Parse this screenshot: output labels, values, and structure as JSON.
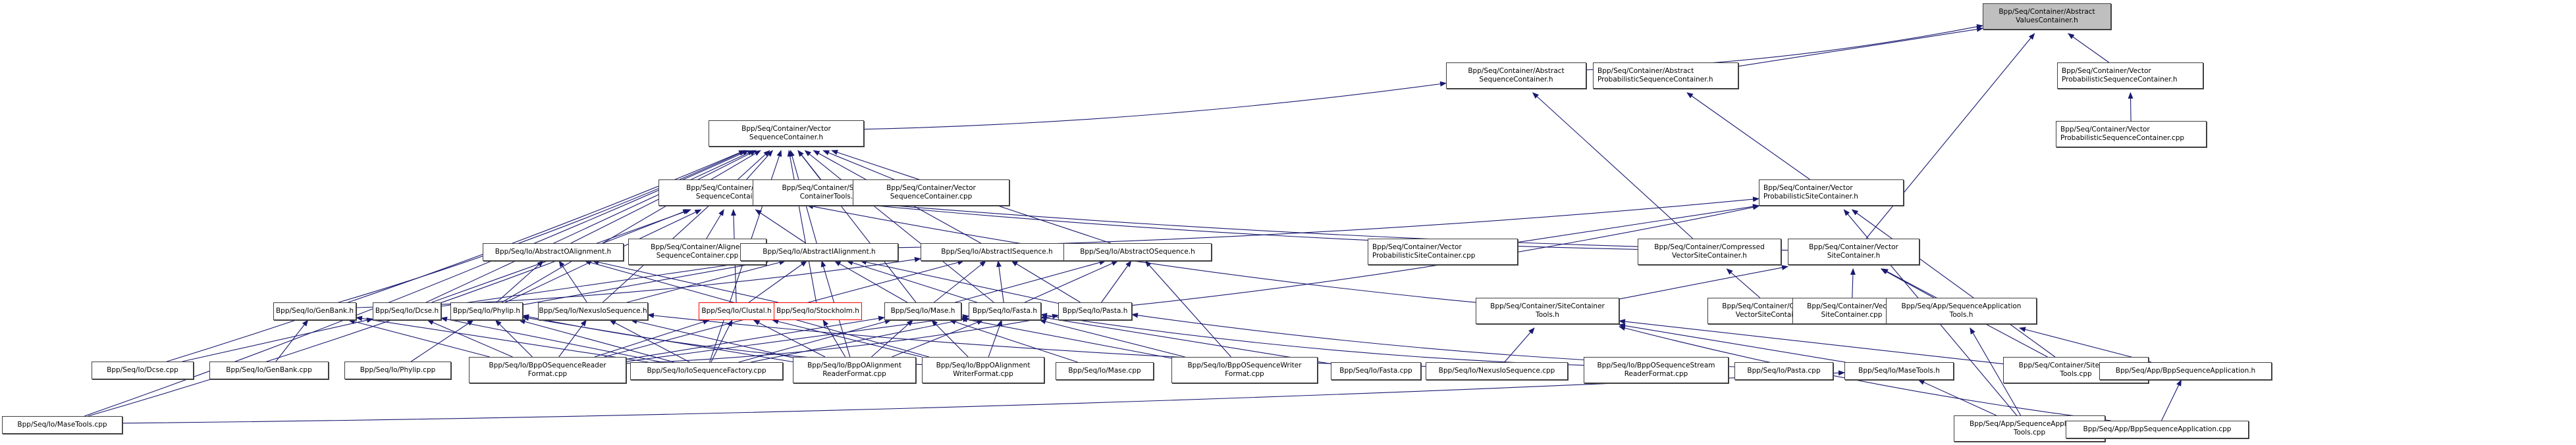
{
  "title": "Include dependency graph for Bpp/Seq/Container/AbstractValuesContainer.h",
  "colors": {
    "edge": "#191970",
    "border": "#404040",
    "root_fill": "#bfbfbf",
    "missing_border": "#ff0000"
  },
  "nodes": [
    {
      "id": "root",
      "label": "Bpp/Seq/Container/Abstract\nValuesContainer.h",
      "style": "root"
    },
    {
      "id": "asc",
      "label": "Bpp/Seq/Container/Abstract\nSequenceContainer.h"
    },
    {
      "id": "apsc",
      "label": "Bpp/Seq/Container/Abstract\nProbabilisticSequenceContainer.h",
      "style": "left"
    },
    {
      "id": "vpsc_h",
      "label": "Bpp/Seq/Container/Vector\nProbabilisticSequenceContainer.h",
      "style": "left"
    },
    {
      "id": "vpsc_cpp",
      "label": "Bpp/Seq/Container/Vector\nProbabilisticSequenceContainer.cpp",
      "style": "left"
    },
    {
      "id": "vsc_h",
      "label": "Bpp/Seq/Container/Vector\nSequenceContainer.h"
    },
    {
      "id": "vpsitec_h",
      "label": "Bpp/Seq/Container/Vector\nProbabilisticSiteContainer.h",
      "style": "left"
    },
    {
      "id": "alsc_h",
      "label": "Bpp/Seq/Container/Aligned\nSequenceContainer.h"
    },
    {
      "id": "sct_cpp",
      "label": "Bpp/Seq/Container/Sequence\nContainerTools.cpp"
    },
    {
      "id": "vsc_cpp",
      "label": "Bpp/Seq/Container/Vector\nSequenceContainer.cpp"
    },
    {
      "id": "aoal_h",
      "label": "Bpp/Seq/Io/AbstractOAlignment.h"
    },
    {
      "id": "alsc_cpp",
      "label": "Bpp/Seq/Container/Aligned\nSequenceContainer.cpp"
    },
    {
      "id": "aial_h",
      "label": "Bpp/Seq/Io/AbstractIAlignment.h"
    },
    {
      "id": "aiseq_h",
      "label": "Bpp/Seq/Io/AbstractISequence.h"
    },
    {
      "id": "aoseq_h",
      "label": "Bpp/Seq/Io/AbstractOSequence.h"
    },
    {
      "id": "vpsitec_cpp",
      "label": "Bpp/Seq/Container/Vector\nProbabilisticSiteContainer.cpp",
      "style": "left"
    },
    {
      "id": "cvsc_h",
      "label": "Bpp/Seq/Container/Compressed\nVectorSiteContainer.h"
    },
    {
      "id": "vsitec_h",
      "label": "Bpp/Seq/Container/Vector\nSiteContainer.h"
    },
    {
      "id": "genbank_h",
      "label": "Bpp/Seq/Io/GenBank.h"
    },
    {
      "id": "dcse_h",
      "label": "Bpp/Seq/Io/Dcse.h"
    },
    {
      "id": "phylip_h",
      "label": "Bpp/Seq/Io/Phylip.h"
    },
    {
      "id": "nexus_h",
      "label": "Bpp/Seq/Io/NexusIoSequence.h"
    },
    {
      "id": "clustal_h",
      "label": "Bpp/Seq/Io/Clustal.h",
      "style": "red"
    },
    {
      "id": "stockholm_h",
      "label": "Bpp/Seq/Io/Stockholm.h",
      "style": "red"
    },
    {
      "id": "mase_h",
      "label": "Bpp/Seq/Io/Mase.h"
    },
    {
      "id": "fasta_h",
      "label": "Bpp/Seq/Io/Fasta.h"
    },
    {
      "id": "pasta_h",
      "label": "Bpp/Seq/Io/Pasta.h"
    },
    {
      "id": "sitect_h",
      "label": "Bpp/Seq/Container/SiteContainer\nTools.h"
    },
    {
      "id": "cvsc_cpp",
      "label": "Bpp/Seq/Container/Compressed\nVectorSiteContainer.cpp"
    },
    {
      "id": "vsitec_cpp",
      "label": "Bpp/Seq/Container/Vector\nSiteContainer.cpp"
    },
    {
      "id": "sat_h",
      "label": "Bpp/Seq/App/SequenceApplication\nTools.h"
    },
    {
      "id": "dcse_cpp",
      "label": "Bpp/Seq/Io/Dcse.cpp"
    },
    {
      "id": "genbank_cpp",
      "label": "Bpp/Seq/Io/GenBank.cpp"
    },
    {
      "id": "phylip_cpp",
      "label": "Bpp/Seq/Io/Phylip.cpp"
    },
    {
      "id": "bosrf_cpp",
      "label": "Bpp/Seq/Io/BppOSequenceReader\nFormat.cpp"
    },
    {
      "id": "iosf_cpp",
      "label": "Bpp/Seq/Io/IoSequenceFactory.cpp"
    },
    {
      "id": "boarf_cpp",
      "label": "Bpp/Seq/Io/BppOAlignment\nReaderFormat.cpp"
    },
    {
      "id": "boawf_cpp",
      "label": "Bpp/Seq/Io/BppOAlignment\nWriterFormat.cpp"
    },
    {
      "id": "mase_cpp",
      "label": "Bpp/Seq/Io/Mase.cpp"
    },
    {
      "id": "boswf_cpp",
      "label": "Bpp/Seq/Io/BppOSequenceWriter\nFormat.cpp"
    },
    {
      "id": "fasta_cpp",
      "label": "Bpp/Seq/Io/Fasta.cpp"
    },
    {
      "id": "nexus_cpp",
      "label": "Bpp/Seq/Io/NexusIoSequence.cpp"
    },
    {
      "id": "bossrf_cpp",
      "label": "Bpp/Seq/Io/BppOSequenceStream\nReaderFormat.cpp"
    },
    {
      "id": "pasta_cpp",
      "label": "Bpp/Seq/Io/Pasta.cpp"
    },
    {
      "id": "masetools_h",
      "label": "Bpp/Seq/Io/MaseTools.h"
    },
    {
      "id": "sitect_cpp",
      "label": "Bpp/Seq/Container/SiteContainer\nTools.cpp"
    },
    {
      "id": "bsa_h",
      "label": "Bpp/Seq/App/BppSequenceApplication.h"
    },
    {
      "id": "masetools_cpp",
      "label": "Bpp/Seq/Io/MaseTools.cpp"
    },
    {
      "id": "sat_cpp",
      "label": "Bpp/Seq/App/SequenceApplication\nTools.cpp"
    },
    {
      "id": "bsa_cpp",
      "label": "Bpp/Seq/App/BppSequenceApplication.cpp"
    }
  ],
  "edges": [
    [
      "asc",
      "root"
    ],
    [
      "apsc",
      "root"
    ],
    [
      "vsitec_h",
      "root"
    ],
    [
      "vpsc_h",
      "root"
    ],
    [
      "vpsc_cpp",
      "vpsc_h"
    ],
    [
      "vsc_h",
      "asc"
    ],
    [
      "cvsc_h",
      "asc"
    ],
    [
      "vpsitec_h",
      "apsc"
    ],
    [
      "alsc_h",
      "vsc_h"
    ],
    [
      "sct_cpp",
      "vsc_h"
    ],
    [
      "vsc_cpp",
      "vsc_h"
    ],
    [
      "aoal_h",
      "vsc_h"
    ],
    [
      "aial_h",
      "vsc_h"
    ],
    [
      "aiseq_h",
      "vsc_h"
    ],
    [
      "aoseq_h",
      "vsc_h"
    ],
    [
      "genbank_h",
      "vsc_h"
    ],
    [
      "dcse_h",
      "vsc_h"
    ],
    [
      "phylip_h",
      "vsc_h"
    ],
    [
      "nexus_h",
      "vsc_h"
    ],
    [
      "mase_h",
      "vsc_h"
    ],
    [
      "fasta_h",
      "vsc_h"
    ],
    [
      "stockholm_h",
      "vsc_h"
    ],
    [
      "dcse_cpp",
      "vsc_h"
    ],
    [
      "masetools_cpp",
      "vsc_h"
    ],
    [
      "iosf_cpp",
      "vsc_h"
    ],
    [
      "alsc_cpp",
      "alsc_h"
    ],
    [
      "aial_h",
      "alsc_h"
    ],
    [
      "sitect_h",
      "alsc_h"
    ],
    [
      "vsitec_h",
      "alsc_h"
    ],
    [
      "cvsc_h",
      "alsc_h"
    ],
    [
      "phylip_h",
      "alsc_h"
    ],
    [
      "dcse_h",
      "alsc_h"
    ],
    [
      "masetools_cpp",
      "alsc_h"
    ],
    [
      "clustal_h",
      "alsc_h"
    ],
    [
      "vpsitec_cpp",
      "vpsitec_h"
    ],
    [
      "aial_h",
      "vpsitec_h"
    ],
    [
      "pasta_h",
      "vpsitec_h"
    ],
    [
      "sitect_cpp",
      "vpsitec_h"
    ],
    [
      "sat_cpp",
      "vpsitec_h"
    ],
    [
      "phylip_h",
      "aoal_h"
    ],
    [
      "nexus_h",
      "aoal_h"
    ],
    [
      "stockholm_h",
      "aoal_h"
    ],
    [
      "clustal_h",
      "aial_h"
    ],
    [
      "nexus_h",
      "aial_h"
    ],
    [
      "mase_h",
      "aial_h"
    ],
    [
      "fasta_h",
      "aial_h"
    ],
    [
      "pasta_h",
      "aial_h"
    ],
    [
      "dcse_h",
      "aial_h"
    ],
    [
      "phylip_h",
      "aial_h"
    ],
    [
      "mase_h",
      "aiseq_h"
    ],
    [
      "fasta_h",
      "aiseq_h"
    ],
    [
      "pasta_h",
      "aiseq_h"
    ],
    [
      "genbank_h",
      "aiseq_h"
    ],
    [
      "mase_h",
      "aoseq_h"
    ],
    [
      "fasta_h",
      "aoseq_h"
    ],
    [
      "pasta_h",
      "aoseq_h"
    ],
    [
      "sitect_h",
      "vsitec_h"
    ],
    [
      "vsitec_cpp",
      "vsitec_h"
    ],
    [
      "sat_h",
      "vsitec_h"
    ],
    [
      "sitect_cpp",
      "vsitec_h"
    ],
    [
      "cvsc_cpp",
      "cvsc_h"
    ],
    [
      "bsa_h",
      "sat_h"
    ],
    [
      "sat_cpp",
      "sat_h"
    ],
    [
      "bsa_cpp",
      "bsa_h"
    ],
    [
      "masetools_h",
      "sitect_h"
    ],
    [
      "nexus_cpp",
      "sitect_h"
    ],
    [
      "sitect_cpp",
      "sitect_h"
    ],
    [
      "bsa_cpp",
      "sitect_h"
    ],
    [
      "sat_cpp",
      "masetools_h"
    ],
    [
      "masetools_cpp",
      "masetools_h"
    ],
    [
      "dcse_cpp",
      "dcse_h"
    ],
    [
      "bosrf_cpp",
      "dcse_h"
    ],
    [
      "iosf_cpp",
      "dcse_h"
    ],
    [
      "genbank_cpp",
      "genbank_h"
    ],
    [
      "bosrf_cpp",
      "genbank_h"
    ],
    [
      "iosf_cpp",
      "genbank_h"
    ],
    [
      "phylip_cpp",
      "phylip_h"
    ],
    [
      "bosrf_cpp",
      "phylip_h"
    ],
    [
      "boarf_cpp",
      "phylip_h"
    ],
    [
      "boawf_cpp",
      "phylip_h"
    ],
    [
      "iosf_cpp",
      "phylip_h"
    ],
    [
      "nexus_cpp",
      "nexus_h"
    ],
    [
      "bosrf_cpp",
      "nexus_h"
    ],
    [
      "iosf_cpp",
      "nexus_h"
    ],
    [
      "boarf_cpp",
      "nexus_h"
    ],
    [
      "bosrf_cpp",
      "clustal_h"
    ],
    [
      "iosf_cpp",
      "clustal_h"
    ],
    [
      "boarf_cpp",
      "clustal_h"
    ],
    [
      "boawf_cpp",
      "clustal_h"
    ],
    [
      "boarf_cpp",
      "stockholm_h"
    ],
    [
      "mase_cpp",
      "mase_h"
    ],
    [
      "bosrf_cpp",
      "mase_h"
    ],
    [
      "boswf_cpp",
      "mase_h"
    ],
    [
      "iosf_cpp",
      "mase_h"
    ],
    [
      "boarf_cpp",
      "mase_h"
    ],
    [
      "boawf_cpp",
      "mase_h"
    ],
    [
      "fasta_cpp",
      "fasta_h"
    ],
    [
      "bosrf_cpp",
      "fasta_h"
    ],
    [
      "boswf_cpp",
      "fasta_h"
    ],
    [
      "iosf_cpp",
      "fasta_h"
    ],
    [
      "boarf_cpp",
      "fasta_h"
    ],
    [
      "boawf_cpp",
      "fasta_h"
    ],
    [
      "bossrf_cpp",
      "fasta_h"
    ],
    [
      "pasta_cpp",
      "pasta_h"
    ],
    [
      "bosrf_cpp",
      "pasta_h"
    ],
    [
      "boarf_cpp",
      "aial_h"
    ],
    [
      "boawf_cpp",
      "aoal_h"
    ],
    [
      "bosrf_cpp",
      "aiseq_h"
    ],
    [
      "boswf_cpp",
      "aoseq_h"
    ]
  ]
}
